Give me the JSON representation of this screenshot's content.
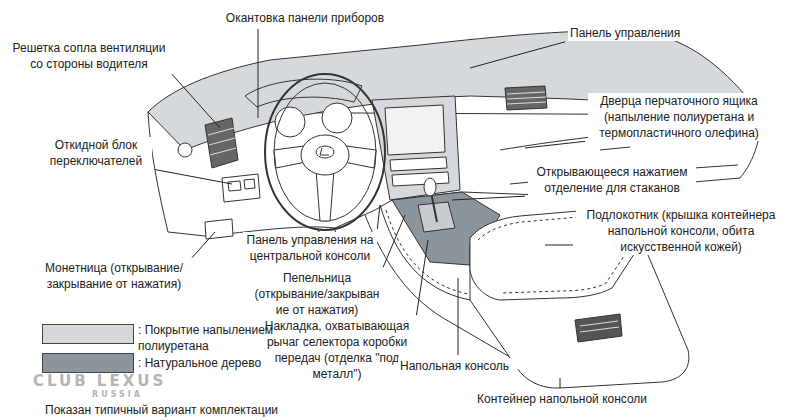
{
  "diagram": {
    "caption": "Показан типичный вариант комплектации",
    "labels": [
      "Окантовка панели приборов",
      "Решетка сопла вентиляции со стороны водителя",
      "Панель управления",
      "Дверца перчаточного ящика (напыление полиуретана и термопластичного олефина)",
      "Откидной блок переключателей",
      "Открывающееся нажатием отделение для стаканов",
      "Подлокотник (крышка контейнера напольной консоли, обита искусственной кожей)",
      "Панель управления на центральной консоли",
      "Монетница (открывание/закрывание от нажатия)",
      "Пепельница (открывание/закрыван ие от нажатия)",
      "Накладка, охватывающая рычаг селектора коробки передач (отделка \"под металл\")",
      "Напольная консоль",
      "Контейнер напольной консоли",
      "CLUB LEXUS",
      "RUSSIA"
    ],
    "legend": [
      {
        "text": ": Покрытие напылением полиуретана",
        "color": "#d5d9dd"
      },
      {
        "text": ": Натуральное дерево",
        "color": "#8d959c"
      }
    ]
  }
}
